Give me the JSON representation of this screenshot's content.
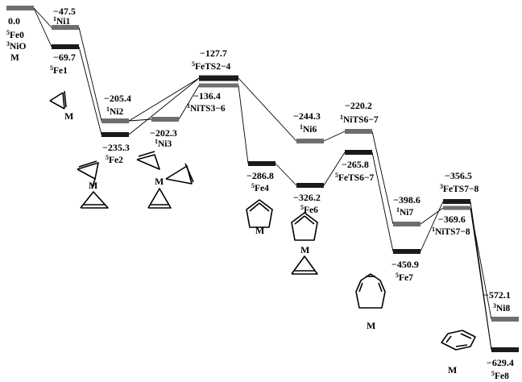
{
  "levels": {
    "Fe0": {
      "value": "0.0",
      "name": "Fe0",
      "spin": "5",
      "extra_name": "NiO",
      "extra_spin": "3",
      "tag": "M",
      "color": "#6e6e6e"
    },
    "Ni1": {
      "value": "−47.5",
      "name": "Ni1",
      "spin": "1",
      "color": "#6e6e6e"
    },
    "Fe1": {
      "value": "−69.7",
      "name": "Fe1",
      "spin": "5",
      "color": "#1a1a1a"
    },
    "Ni2": {
      "value": "−205.4",
      "name": "Ni2",
      "spin": "1",
      "color": "#6e6e6e"
    },
    "Fe2": {
      "value": "−235.3",
      "name": "Fe2",
      "spin": "5",
      "color": "#1a1a1a"
    },
    "Ni3": {
      "value": "−202.3",
      "name": "Ni3",
      "spin": "1",
      "color": "#6e6e6e"
    },
    "FeTS2_4": {
      "value": "−127.7",
      "name": "FeTS2−4",
      "spin": "5",
      "color": "#1a1a1a"
    },
    "NiTS3_6": {
      "value": "−136.4",
      "name": "NiTS3−6",
      "spin": "1",
      "color": "#6e6e6e"
    },
    "Fe4": {
      "value": "−286.8",
      "name": "Fe4",
      "spin": "5",
      "color": "#1a1a1a"
    },
    "Ni6": {
      "value": "−244.3",
      "name": "Ni6",
      "spin": "1",
      "color": "#6e6e6e"
    },
    "Fe6": {
      "value": "−326.2",
      "name": "Fe6",
      "spin": "5",
      "color": "#1a1a1a"
    },
    "NiTS6_7": {
      "value": "−220.2",
      "name": "NiTS6−7",
      "spin": "1",
      "color": "#6e6e6e"
    },
    "FeTS6_7": {
      "value": "−265.8",
      "name": "FeTS6−7",
      "spin": "5",
      "color": "#1a1a1a"
    },
    "Ni7": {
      "value": "−398.6",
      "name": "Ni7",
      "spin": "1",
      "color": "#6e6e6e"
    },
    "Fe7": {
      "value": "−450.9",
      "name": "Fe7",
      "spin": "5",
      "color": "#1a1a1a"
    },
    "FeTS7_8": {
      "value": "−356.5",
      "name": "FeTS7−8",
      "spin": "3",
      "color": "#1a1a1a"
    },
    "NiTS7_8": {
      "value": "−369.6",
      "name": "NiTS7−8",
      "spin": "1",
      "color": "#6e6e6e"
    },
    "Ni8": {
      "value": "−572.1",
      "name": "Ni8",
      "spin": "3",
      "color": "#6e6e6e"
    },
    "Fe8": {
      "value": "−629.4",
      "name": "Fe8",
      "spin": "5",
      "color": "#1a1a1a"
    }
  },
  "metal_label": "M"
}
